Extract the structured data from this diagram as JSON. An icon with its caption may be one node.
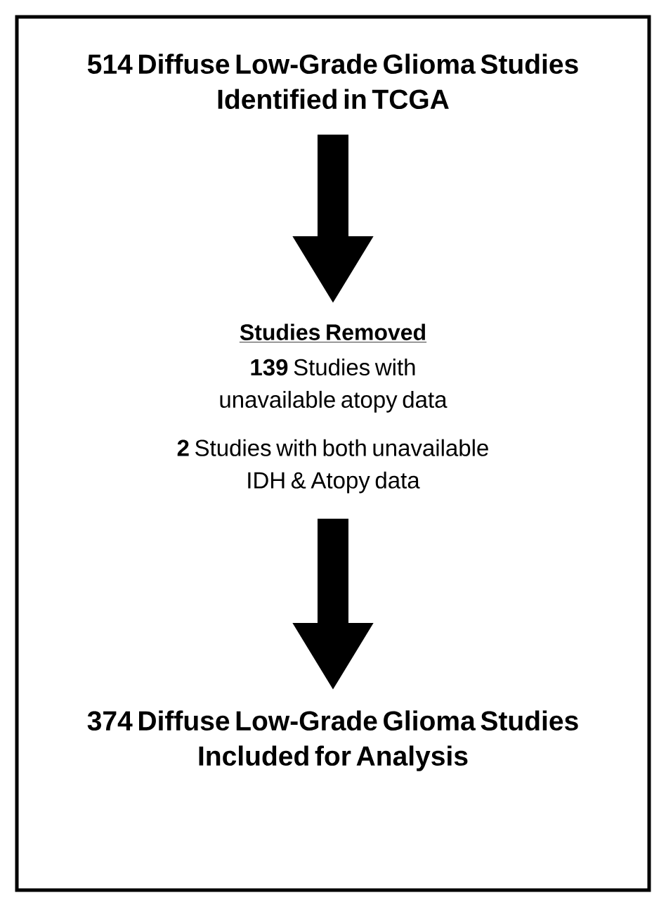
{
  "diagram": {
    "nodes": [
      {
        "text": [
          "514 Diffuse Low-Grade Glioma Studies Identified in TCGA"
        ]
      },
      {
        "text": [
          "Studies Removed",
          "**139** Studies with unavailable atopy data",
          "**2** Studies with both unavailable IDH & Atopy data"
        ]
      },
      {
        "text": [
          "374 Diffuse Low-Grade Glioma Studies Included for Analysis"
        ]
      }
    ],
    "edges": [
      {
        "from": 0,
        "to": 1,
        "arrow": "to"
      },
      {
        "from": 1,
        "to": 2,
        "arrow": "to"
      }
    ]
  }
}
